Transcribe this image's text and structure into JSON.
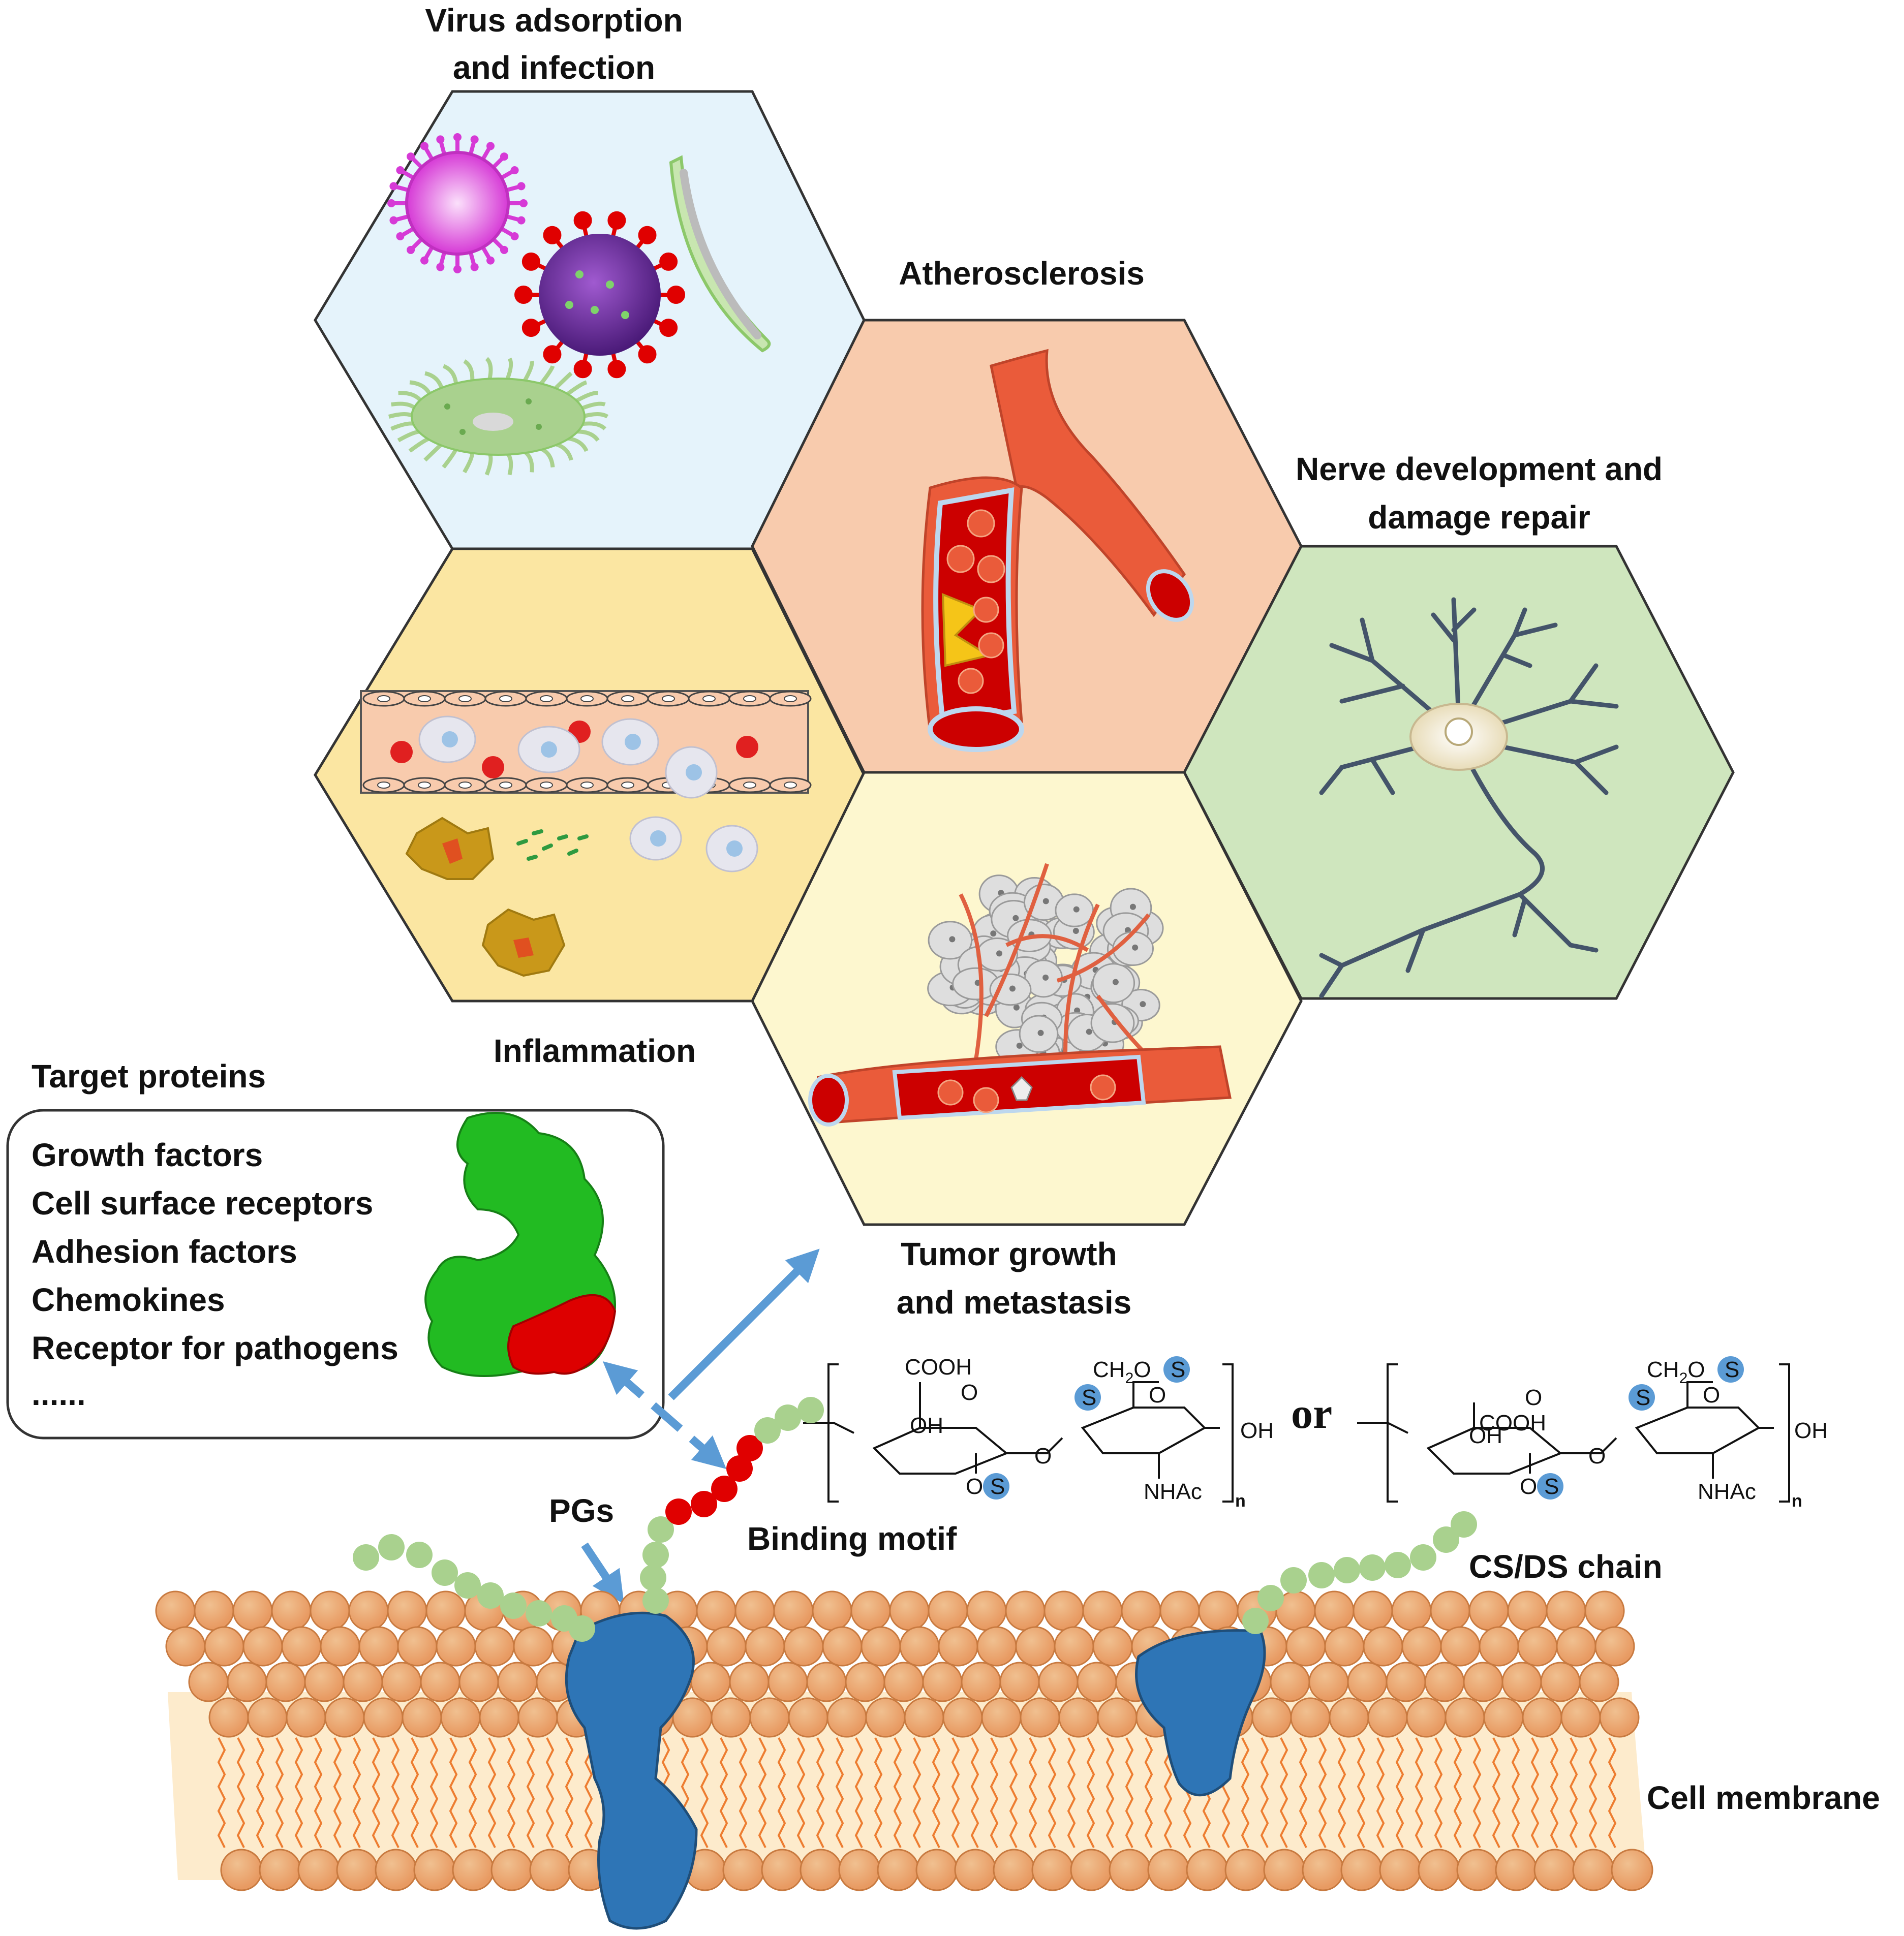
{
  "panels": {
    "virus": {
      "label_line1": "Virus adsorption",
      "label_line2": "and infection",
      "color": "#e5f3fb"
    },
    "atherosclerosis": {
      "label": "Atherosclerosis",
      "color": "#f8cbad"
    },
    "nerve": {
      "label_line1": "Nerve development and",
      "label_line2": "damage repair",
      "color": "#cfe6be"
    },
    "inflammation": {
      "label": "Inflammation",
      "color": "#fbe6a2"
    },
    "tumor": {
      "label_line1": "Tumor growth",
      "label_line2": "and metastasis",
      "color": "#fdf7cf"
    }
  },
  "target_proteins": {
    "title": "Target proteins",
    "items": [
      "Growth factors",
      "Cell surface receptors",
      "Adhesion factors",
      "Chemokines",
      "Receptor for pathogens",
      "......"
    ]
  },
  "labels": {
    "pgs": "PGs",
    "binding_motif": "Binding motif",
    "cs_ds_chain": "CS/DS chain",
    "cell_membrane": "Cell membrane"
  },
  "chemistry": {
    "cooh": "COOH",
    "o": "O",
    "oh": "OH",
    "ch2o": "CH",
    "ch2o_sub": "2",
    "ch2o_tail": "O",
    "nhac": "NHAc",
    "n": "n",
    "s": "S",
    "or": "or"
  },
  "colors": {
    "arrow": "#5b9bd5",
    "membrane_head": "#f4b183",
    "protein": "#2e75b6",
    "chain_bead": "#a9d18e",
    "motif_bead": "#e00000",
    "sulfate": "#5b9bd5"
  }
}
